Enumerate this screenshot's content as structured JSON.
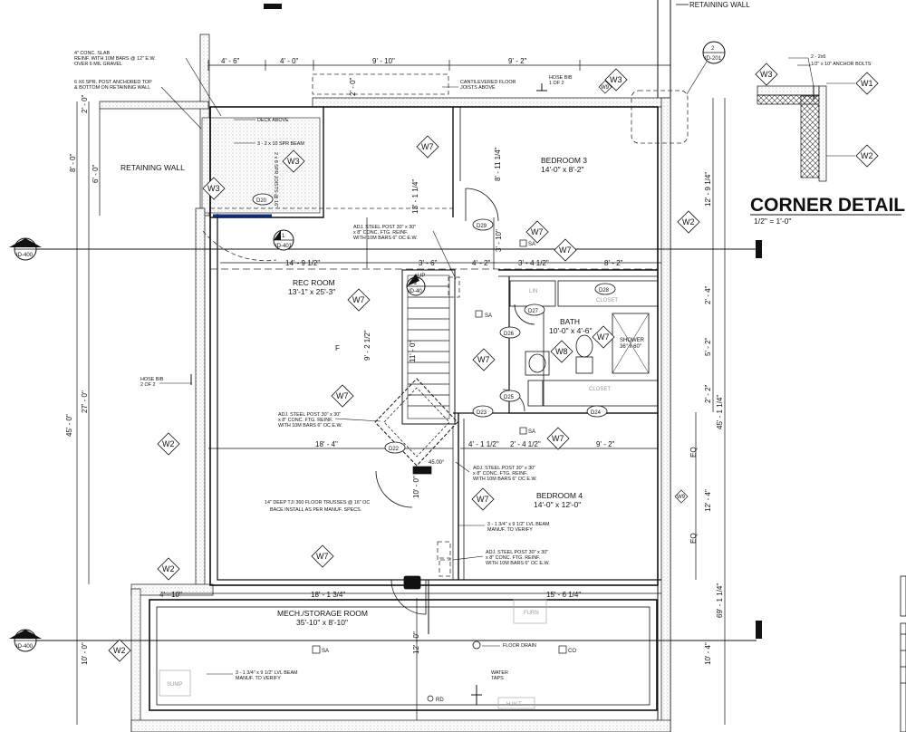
{
  "header": {
    "retaining_wall_top": "RETAINING WALL"
  },
  "corner_detail": {
    "title": "CORNER DETAIL",
    "scale": "1/2\" = 1'-0\"",
    "bolts": "1/2\" x 10\" ANCHOR BOLTS",
    "plate": "2 - 2x6"
  },
  "callouts": {
    "id201": {
      "num": "2",
      "ref": "ID-201"
    },
    "id400a": {
      "num": "1",
      "ref": "ID-400"
    },
    "id400b": {
      "num": "2",
      "ref": "ID-400"
    },
    "id401": {
      "num": "1",
      "ref": "ID-401"
    },
    "id402": {
      "num": "2",
      "ref": "ID-40"
    }
  },
  "rooms": {
    "bedroom3": {
      "name": "BEDROOM 3",
      "size": "14'-0\" x 8'-2\""
    },
    "rec": {
      "name": "REC ROOM",
      "size": "13'-1\" x 25'-3\""
    },
    "bath": {
      "name": "BATH",
      "size": "10'-0\" x 4'-6\""
    },
    "bedroom4": {
      "name": "BEDROOM 4",
      "size": "14'-0\" x 12'-0\""
    },
    "mech": {
      "name": "MECH./STORAGE ROOM",
      "size": "35'-10\" x 8'-10\""
    }
  },
  "notes": {
    "slab": [
      "4\" CONC. SLAB",
      "REINF. WITH 10M BARS @ 12\" E.W.",
      "OVER 6 MIL GRAVEL"
    ],
    "post": [
      "6 X6 SPR. POST ANCHORED TOP",
      "& BOTTOM ON RETAINING WALL"
    ],
    "retaining": "RETAINING WALL",
    "deck": "DECK ABOVE",
    "beam": "3 - 2 x 10 SPR BEAM",
    "joists": "2 x 8 SPR JOISTS @ 16\"",
    "cantilever": [
      "CANTILEVERED FLOOR",
      "JOISTS ABOVE"
    ],
    "hosebib1": [
      "HOSE BIB",
      "1 OF 2"
    ],
    "hosebib2": [
      "HOSE BIB",
      "2 OF 2"
    ],
    "steel1": [
      "ADJ. STEEL POST 30\" x 30\"",
      "x 8\" CONC. FTG. REINF.",
      "WITH 10M BARS 6\" OC E.W."
    ],
    "steel2": [
      "ADJ. STEEL POST 30\" x 30\"",
      "x 8\" CONC. FTG. REINF.",
      "WITH 10M BARS 6\" OC E.W."
    ],
    "steel3": [
      "ADJ. STEEL POST 30\" x 30\"",
      "x 8\" CONC. FTG. REINF.",
      "WITH 10M BARS 6\" OC E.W."
    ],
    "steel4": [
      "ADJ. STEEL POST 30\" x 30\"",
      "x 8\" CONC. FTG. REINF.",
      "WITH 10M BARS 6\" OC E.W."
    ],
    "trusses": [
      "14\" DEEP TJI 360 FLOOR TRUSSES @ 16\" OC",
      "BACE INSTALL AS PER MANUF. SPECS."
    ],
    "lvl1": [
      "3 - 1 3/4\" x 9 1/2\" LVL BEAM",
      "MANUF. TO VERIFY"
    ],
    "lvl2": [
      "3 - 1 3/4\" x 9 1/2\" LVL BEAM",
      "MANUF. TO VERIFY"
    ],
    "floordrain": "FLOOR DRAIN",
    "watertaps": [
      "WATER",
      "TAPS"
    ],
    "up": "UP"
  },
  "labels": {
    "sa": "SA",
    "co": "CO",
    "rd": "RD",
    "furn": "FURN",
    "sump": "SUMP",
    "hwt": "H.W.T.",
    "lin": "LIN",
    "closet1": "CLOSET",
    "closet2": "CLOSET",
    "shower": [
      "SHOWER",
      "36\" x 60\""
    ],
    "eq": "EQ",
    "f": "F"
  },
  "walls": {
    "w1": "W1",
    "w2": "W2",
    "w3": "W3",
    "w7": "W7",
    "w8": "W8",
    "w9": "W9"
  },
  "doors": {
    "d20": "D20",
    "d22": "D22",
    "d23": "D23",
    "d24": "D24",
    "d25": "D25",
    "d26": "D26",
    "d27": "D27",
    "d28": "D28",
    "d29": "D29"
  },
  "dims": {
    "top": [
      "4' - 6\"",
      "4' - 0\"",
      "9' - 10\"",
      "9' - 2\""
    ],
    "deck_side": [
      "2' - 0\"",
      "6' - 0\"",
      "8' - 0\""
    ],
    "beam_v": "2' - 0\"",
    "b3_v": "8' - 11 1/4\"",
    "stair_v": "13' - 1 1/4\"",
    "rec_w": "14' - 9 1/2\"",
    "mid": [
      "3' - 6\"",
      "4' - 2\"",
      "3' - 4 1/2\"",
      "8' - 2\""
    ],
    "b3_sub": "3' - 10\"",
    "stair_h": "9' - 2 1/2\"",
    "left_total": "45' - 0\"",
    "left_27": "27' - 0\"",
    "left_10": "10' - 0\"",
    "rec_low": "18' - 4\"",
    "mid_low": [
      "4' - 1 1/2\"",
      "2' - 4 1/2\"",
      "9' - 2\""
    ],
    "stair_low": "10' - 0\"",
    "diag": "45.00°",
    "mech_top": [
      "18' - 1 3/4\"",
      "15' - 6 1/4\""
    ],
    "mech_left": "4' - 10\"",
    "mech_v": "12' - 0\"",
    "right": [
      "12' - 9 1/4\"",
      "2' - 4\"",
      "5' - 2\"",
      "2' - 2\"",
      "45' - 1 1/4\"",
      "12' - 4\"",
      "69' - 1 1/4\"",
      "10' - 4\""
    ],
    "stair_d": "11' - 0\""
  }
}
